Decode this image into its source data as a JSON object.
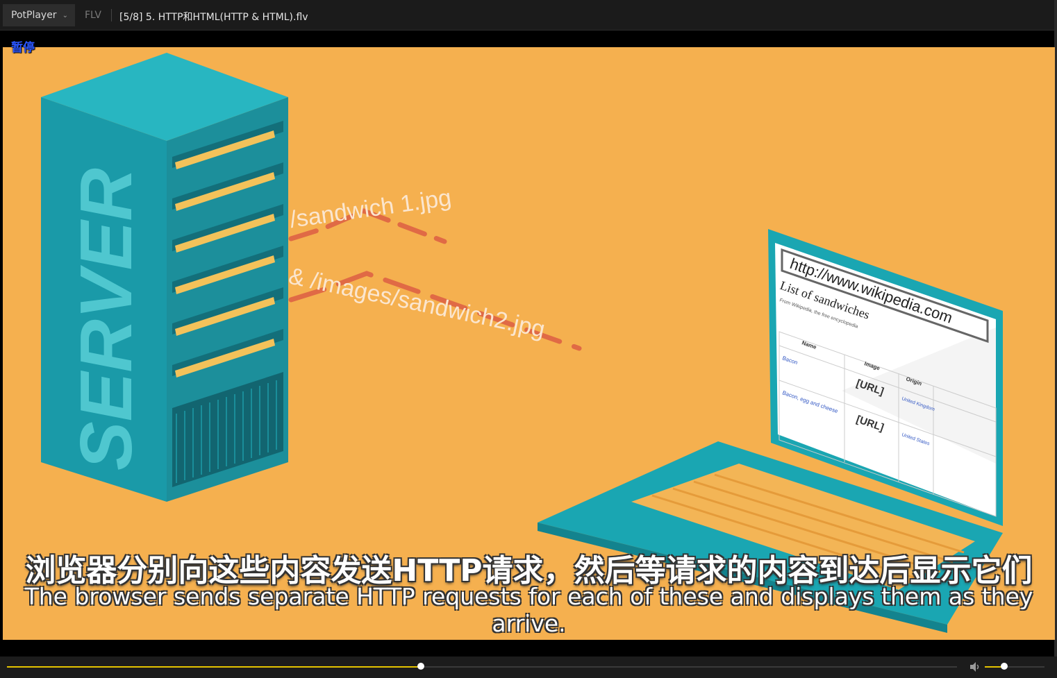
{
  "titlebar": {
    "app_name": "PotPlayer",
    "format": "FLV",
    "file_title": "[5/8] 5. HTTP和HTML(HTTP & HTML).flv"
  },
  "osd": {
    "status": "暂停"
  },
  "video": {
    "server_label": "SERVER",
    "request_1": "/sandwich 1.jpg",
    "request_2": "& /images/sandwich2.jpg",
    "browser_url": "http://www.wikipedia.com",
    "page_heading": "List of sandwiches",
    "page_subheading": "From Wikipedia, the free encyclopedia",
    "table_headers": [
      "Name",
      "Image",
      "Origin"
    ],
    "table_rows": [
      {
        "name": "Bacon",
        "image": "[URL]",
        "origin": "United Kingdom"
      },
      {
        "name": "Bacon, egg and cheese",
        "image": "[URL]",
        "origin": "United States"
      }
    ]
  },
  "subtitles": {
    "chinese": "浏览器分别向这些内容发送HTTP请求，然后等请求的内容到达后显示它们",
    "english": "The browser sends separate HTTP requests for each of these and displays them as they arrive."
  },
  "controls": {
    "seek_progress": 0.436,
    "volume_level": 0.33,
    "accent_color": "#e5c300"
  }
}
